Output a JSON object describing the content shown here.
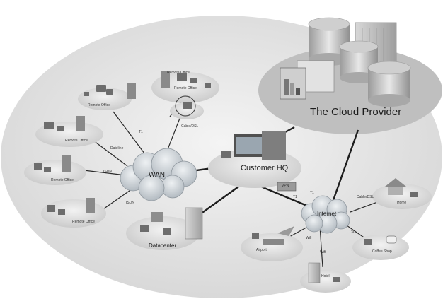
{
  "nodes": {
    "cloud_provider": "The Cloud Provider",
    "customer_hq": "Customer HQ",
    "wan": "WAN",
    "internet": "Internet",
    "datacenter": "Datacenter",
    "remote_offices": [
      "Remote Office",
      "Remote Office",
      "Remote Office",
      "Remote Office",
      "Remote Office",
      "Remote Office"
    ],
    "home": "Home",
    "coffee_shop": "Coffee Shop",
    "airport": "Airport",
    "hotel": "Hotel",
    "vpn_box": "VPN"
  },
  "links": {
    "t1_wan": "T1",
    "cable_dsl_wan": "Cable/DSL",
    "dateline": "Dateline",
    "isdn_a": "ISDN",
    "isdn_b": "ISDN",
    "t1_internet": "T1",
    "cable_dsl_home": "Cable/DSL",
    "wifi_coffee": "3G",
    "wifi_airport": "Wifi",
    "wifi_hotel": "Wifi",
    "t1_box": "T1"
  },
  "colors": {
    "ellipse": "#dcdcdc",
    "cloud_fill": "#c9d0d6",
    "line": "#1e1e1e",
    "server": "#b5b5b5"
  }
}
